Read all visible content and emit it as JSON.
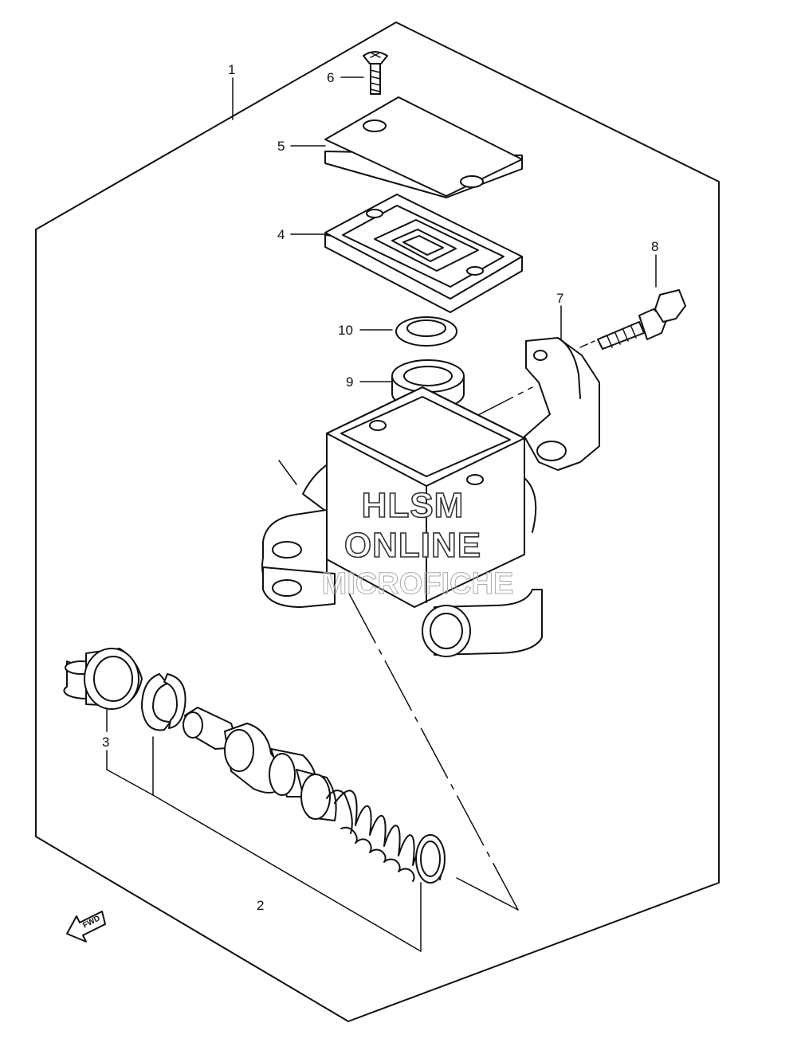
{
  "callouts": [
    {
      "id": "1",
      "label": "1"
    },
    {
      "id": "2",
      "label": "2"
    },
    {
      "id": "3",
      "label": "3"
    },
    {
      "id": "4",
      "label": "4"
    },
    {
      "id": "5",
      "label": "5"
    },
    {
      "id": "6",
      "label": "6"
    },
    {
      "id": "7",
      "label": "7"
    },
    {
      "id": "8",
      "label": "8"
    },
    {
      "id": "9",
      "label": "9"
    },
    {
      "id": "10",
      "label": "10"
    }
  ],
  "direction_marker": {
    "label": "FWD",
    "icon": "forward-arrow-icon"
  },
  "watermark": {
    "line1": "HLSM",
    "line2": "ONLINE",
    "line3": "MICROFICHE"
  }
}
